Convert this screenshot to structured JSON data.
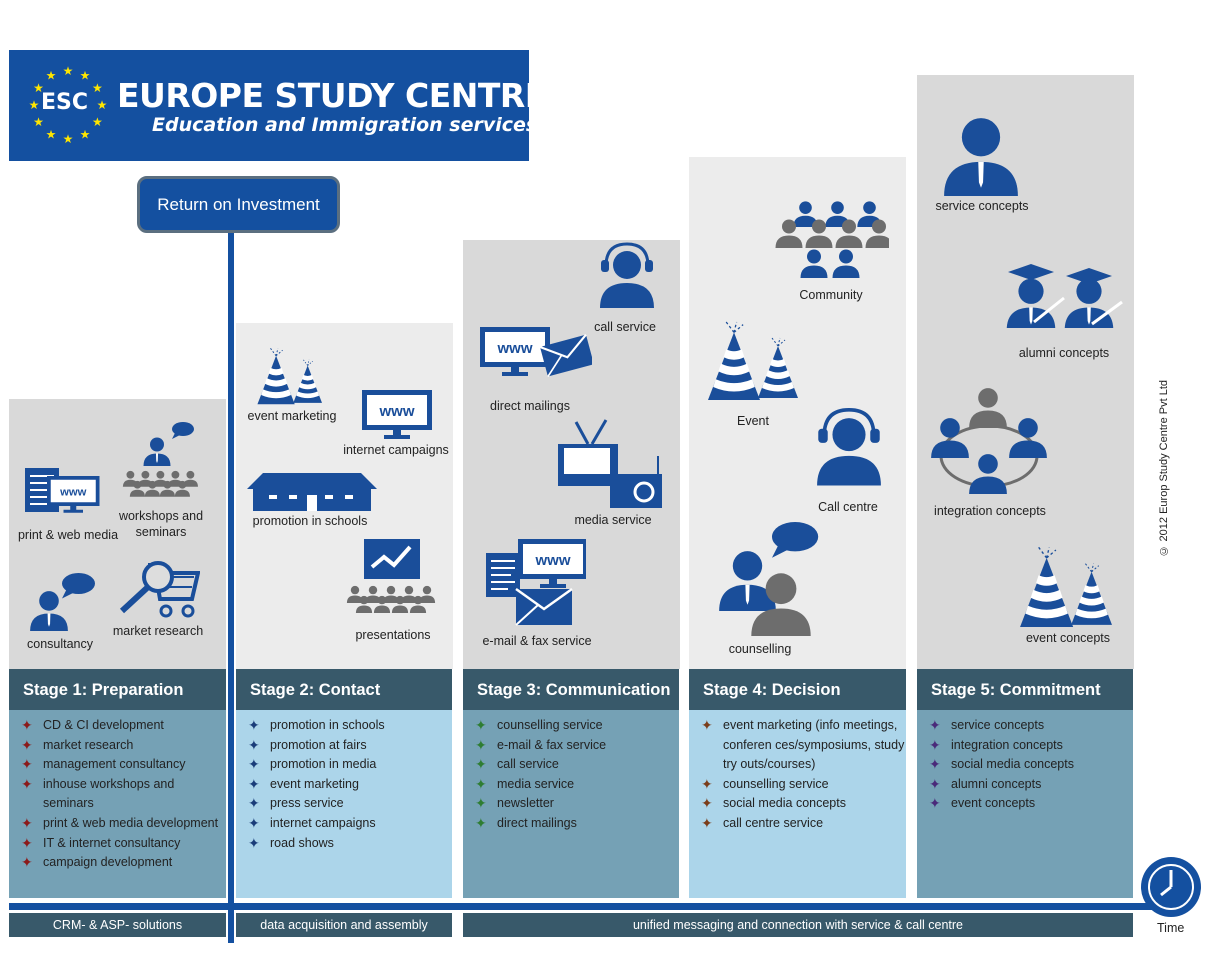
{
  "logo": {
    "badge": "ESC",
    "title": "EUROPE STUDY CENTRE",
    "subtitle": "Education and Immigration services"
  },
  "roi_label": "Return on Investment",
  "colors": {
    "brand": "#1450a0",
    "header": "#38596a",
    "list_dark": "#75a1b5",
    "list_light": "#acd5ea"
  },
  "stages": [
    {
      "title": "Stage 1: Preparation",
      "bullet_color": "#8b1a1a",
      "icons": [
        "print & web media",
        "workshops and seminars",
        "consultancy",
        "market research"
      ],
      "items": [
        "CD & CI development",
        "market research",
        "management consultancy",
        "inhouse workshops and seminars",
        "print & web media development",
        "IT & internet consultancy",
        "campaign development"
      ]
    },
    {
      "title": "Stage 2: Contact",
      "bullet_color": "#1a3d7a",
      "icons": [
        "event marketing",
        "internet campaigns",
        "promotion in schools",
        "presentations"
      ],
      "items": [
        "promotion in schools",
        "promotion at fairs",
        "promotion in media",
        "event marketing",
        "press service",
        "internet campaigns",
        "road shows"
      ]
    },
    {
      "title": "Stage 3: Communication",
      "bullet_color": "#2e7d32",
      "icons": [
        "call service",
        "direct mailings",
        "media service",
        "e-mail & fax service"
      ],
      "items": [
        "counselling service",
        "e-mail & fax service",
        "call service",
        "media service",
        "newsletter",
        "direct mailings"
      ]
    },
    {
      "title": "Stage 4: Decision",
      "bullet_color": "#7a3d1a",
      "icons": [
        "Community",
        "Event",
        "Call centre",
        "counselling"
      ],
      "items": [
        "event marketing (info meetings, conferen ces/symposiums, study try outs/courses)",
        "counselling service",
        "social media concepts",
        "call centre service"
      ]
    },
    {
      "title": "Stage 5: Commitment",
      "bullet_color": "#4a2a7a",
      "icons": [
        "service concepts",
        "alumni concepts",
        "integration concepts",
        "event concepts"
      ],
      "items": [
        "service concepts",
        "integration concepts",
        "social media concepts",
        "alumni concepts",
        "event concepts"
      ]
    }
  ],
  "footer": [
    "CRM- & ASP- solutions",
    "data acquisition and assembly",
    "unified messaging and connection with service & call centre"
  ],
  "time_label": "Time",
  "copyright": "© 2012 Europ Study Centre Pvt Ltd"
}
